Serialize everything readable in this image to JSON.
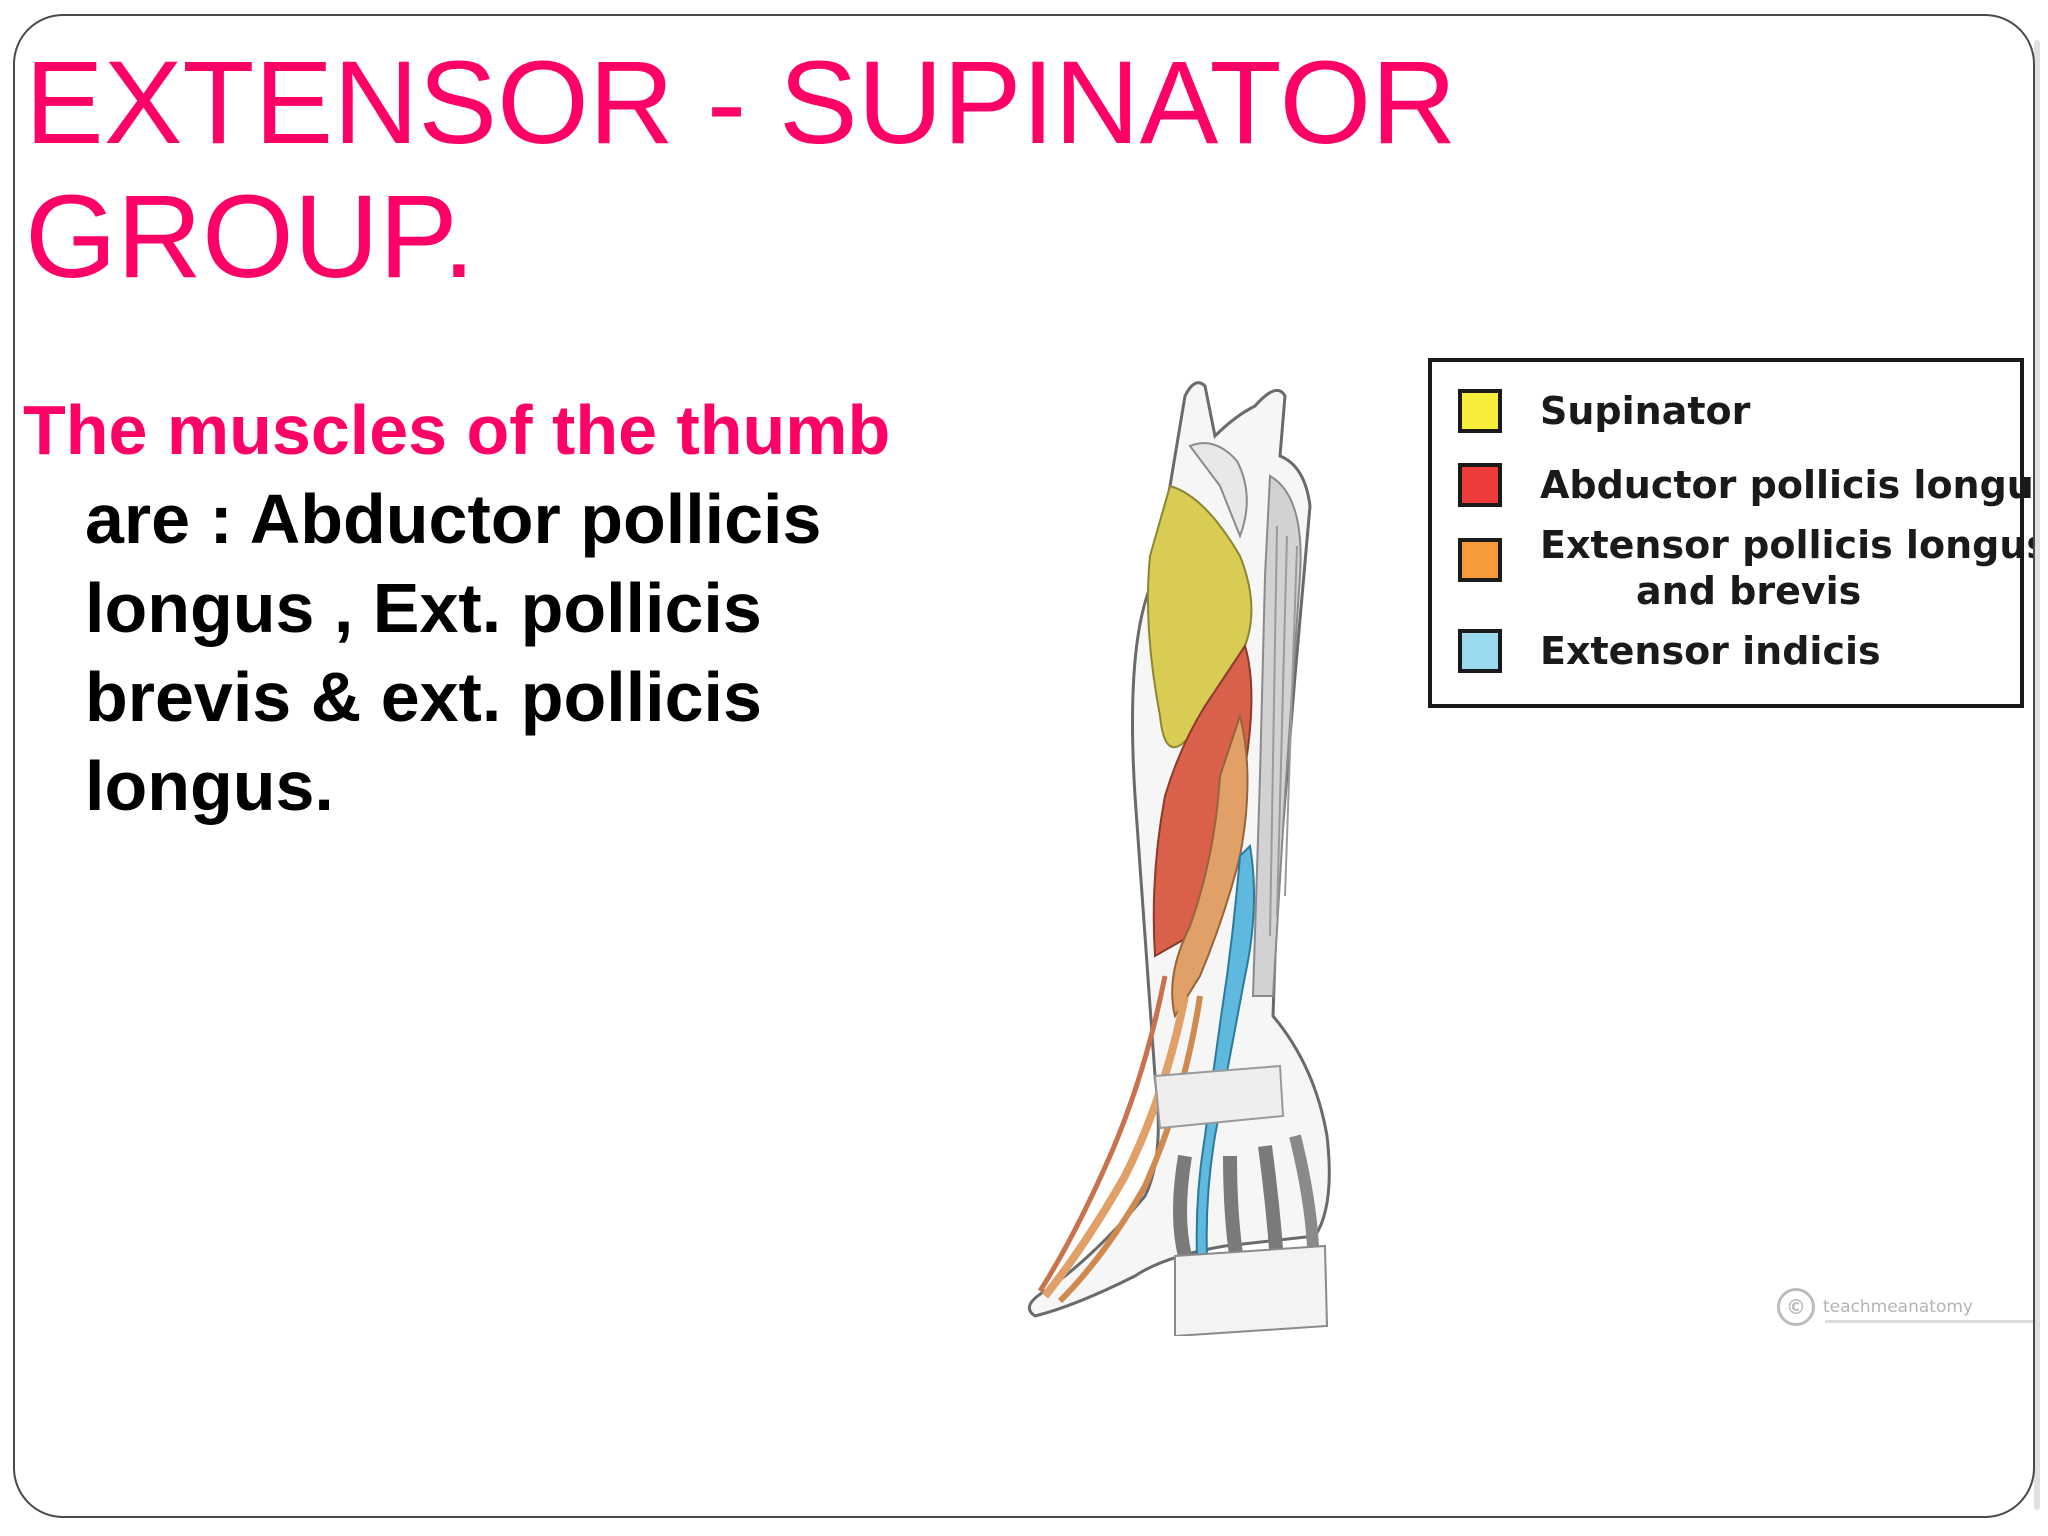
{
  "slide": {
    "title_line1": "EXTENSOR - SUPINATOR",
    "title_line2": "GROUP.",
    "body": {
      "lead_pink": "The  muscles of the thumb",
      "rest_black": " are : Abductor pollicis longus  , Ext. pollicis brevis & ext. pollicis longus."
    }
  },
  "legend": {
    "items": [
      {
        "label": "Supinator",
        "color": "#f7ee3b"
      },
      {
        "label": "Abductor pollicis longus",
        "color": "#ef3b3b"
      },
      {
        "label_line1": "Extensor pollicis longus",
        "label_line2": "and brevis",
        "color": "#f79a3b"
      },
      {
        "label": "Extensor indicis",
        "color": "#9ad9ee"
      }
    ]
  },
  "credit": {
    "symbol": "©",
    "text": "teachmeanatomy"
  },
  "colors": {
    "title": "#ff0066",
    "body": "#000000",
    "supinator": "#d8cc55",
    "abductor": "#d9604a",
    "extensor_pollicis": "#e0a068",
    "extensor_indicis": "#5fb9df"
  }
}
